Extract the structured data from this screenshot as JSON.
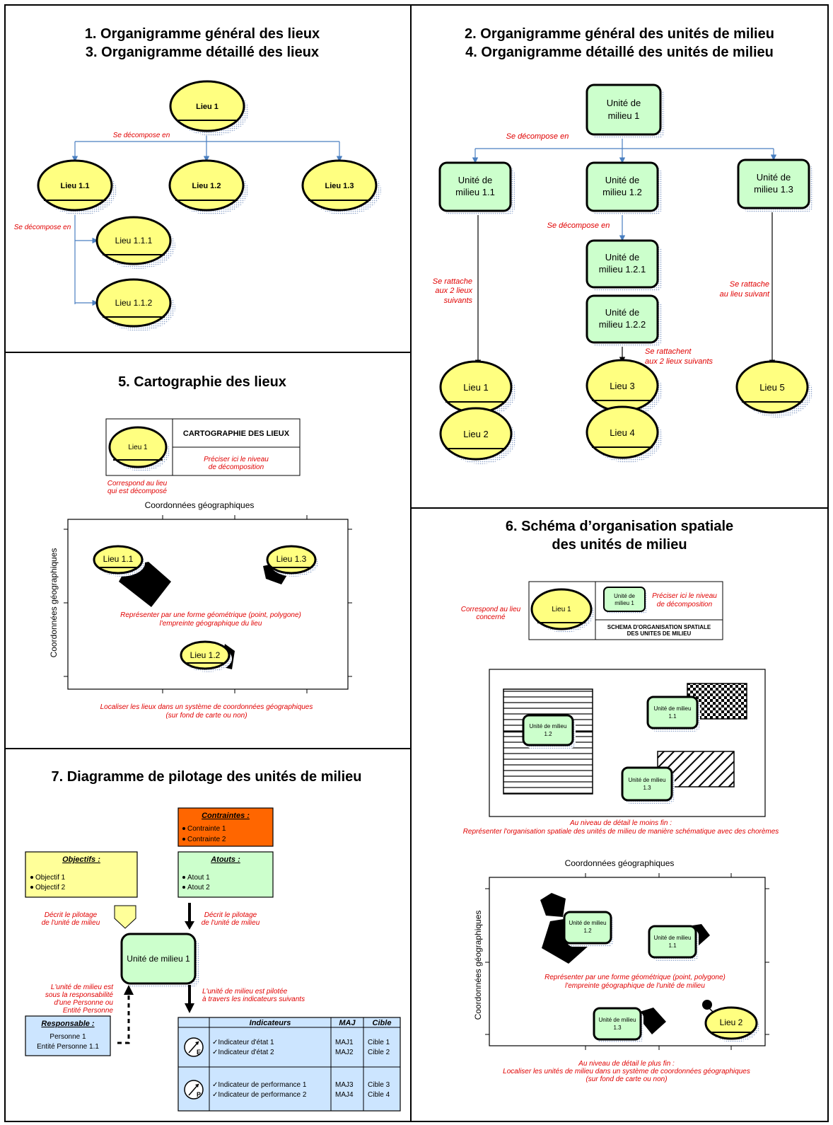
{
  "colors": {
    "lieu_fill": "#ffff80",
    "unit_fill": "#ccffcc",
    "contraintes_fill": "#ff6600",
    "objectifs_fill": "#ffff99",
    "responsable_fill": "#cce5ff",
    "annotation": "#e00000",
    "arrow_blue": "#4a7fc1"
  },
  "p1": {
    "title1": "1. Organigramme général des lieux",
    "title2": "3. Organigramme détaillé des lieux",
    "root": "Lieu 1",
    "children": [
      "Lieu 1.1",
      "Lieu 1.2",
      "Lieu 1.3"
    ],
    "grandchildren": [
      "Lieu 1.1.1",
      "Lieu 1.1.2"
    ],
    "decompose1": "Se décompose en",
    "decompose2": "Se décompose en"
  },
  "p2": {
    "title1": "2. Organigramme général des unités de milieu",
    "title2": "4. Organigramme détaillé des unités de milieu",
    "root": [
      "Unité de",
      "milieu 1"
    ],
    "u11": [
      "Unité de",
      "milieu 1.1"
    ],
    "u12": [
      "Unité de",
      "milieu 1.2"
    ],
    "u13": [
      "Unité de",
      "milieu 1.3"
    ],
    "u121": [
      "Unité de",
      "milieu 1.2.1"
    ],
    "u122": [
      "Unité de",
      "milieu 1.2.2"
    ],
    "decompose1": "Se décompose en",
    "decompose2": "Se décompose en",
    "rattache_a": [
      "Se rattache",
      "aux 2 lieux",
      "suivants"
    ],
    "rattache_b": [
      "Se rattache",
      "au lieu suivant"
    ],
    "rattachent": [
      "Se rattachent",
      "aux 2 lieux suivants"
    ],
    "lieux": [
      "Lieu 1",
      "Lieu 2",
      "Lieu 3",
      "Lieu 4",
      "Lieu 5"
    ]
  },
  "p5": {
    "title": "5. Cartographie des lieux",
    "legend_lieu": "Lieu 1",
    "legend_title": "CARTOGRAPHIE DES LIEUX",
    "legend_note": [
      "Préciser ici le niveau",
      "de décomposition"
    ],
    "legend_caption": [
      "Correspond au lieu",
      "qui est décomposé"
    ],
    "xaxis": "Coordonnées géographiques",
    "yaxis": "Coordonnées géographiques",
    "places": [
      "Lieu 1.1",
      "Lieu 1.3",
      "Lieu 1.2"
    ],
    "center_note": [
      "Représenter par une forme géométrique (point, polygone)",
      "l'empreinte géographique du lieu"
    ],
    "bottom_note": [
      "Localiser les lieux dans un système de coordonnées géographiques",
      "(sur fond de carte ou non)"
    ]
  },
  "p6": {
    "title1": "6. Schéma d’organisation spatiale",
    "title2": "des unités de milieu",
    "legend_caption": [
      "Correspond au lieu",
      "concerné"
    ],
    "legend_lieu": "Lieu 1",
    "legend_unit": [
      "Unité de",
      "milieu 1"
    ],
    "legend_note": [
      "Préciser ici le niveau",
      "de décomposition"
    ],
    "legend_title": [
      "SCHEMA D'ORGANISATION SPATIALE",
      "DES UNITES DE MILIEU"
    ],
    "schema_units": [
      [
        "Unité de milieu",
        "1.2"
      ],
      [
        "Unité de milieu",
        "1.1"
      ],
      [
        "Unité de milieu",
        "1.3"
      ]
    ],
    "schema_note": [
      "Au niveau de détail le moins fin :",
      "Représenter l'organisation spatiale des unités de milieu de manière schématique avec des chorèmes"
    ],
    "xaxis": "Coordonnées géographiques",
    "yaxis": "Coordonnées géographiques",
    "map_units": [
      [
        "Unité de milieu",
        "1.2"
      ],
      [
        "Unité de milieu",
        "1.1"
      ],
      [
        "Unité de milieu",
        "1.3"
      ]
    ],
    "map_lieu": "Lieu 2",
    "center_note": [
      "Représenter par une forme géométrique (point, polygone)",
      "l'empreinte géographique de l'unité de milieu"
    ],
    "bottom_note": [
      "Au niveau de détail le plus fin :",
      "Localiser les unités de milieu dans un système de coordonnées géographiques",
      "(sur fond de carte ou non)"
    ]
  },
  "p7": {
    "title": "7. Diagramme de pilotage des unités de milieu",
    "contraintes_title": "Contraintes :",
    "contraintes": [
      "Contrainte 1",
      "Contrainte 2"
    ],
    "objectifs_title": "Objectifs :",
    "objectifs": [
      "Objectif 1",
      "Objectif 2"
    ],
    "atouts_title": "Atouts :",
    "atouts": [
      "Atout 1",
      "Atout 2"
    ],
    "decrit_left": [
      "Décrit le pilotage",
      "de l'unité de milieu"
    ],
    "decrit_right": [
      "Décrit le pilotage",
      "de l'unité de milieu"
    ],
    "unit": "Unité de milieu 1",
    "responsabilite_note": [
      "L'unité de milieu est",
      "sous la responsabilité",
      "d'une Personne ou",
      "Entité Personne"
    ],
    "pilotee_note": [
      "L'unité de milieu est pilotée",
      "à travers les indicateurs suivants"
    ],
    "responsable_title": "Responsable :",
    "responsables": [
      "Personne 1",
      "Entité Personne 1.1"
    ],
    "table_headers": [
      "Indicateurs",
      "MAJ",
      "Cible"
    ],
    "icon_e": "E",
    "icon_p": "P",
    "rows": [
      {
        "ind": "✓Indicateur d'état 1",
        "maj": "MAJ1",
        "cible": "Cible 1"
      },
      {
        "ind": "✓Indicateur d'état 2",
        "maj": "MAJ2",
        "cible": "Cible 2"
      },
      {
        "ind": "✓Indicateur de performance 1",
        "maj": "MAJ3",
        "cible": "Cible 3"
      },
      {
        "ind": "✓Indicateur de performance 2",
        "maj": "MAJ4",
        "cible": "Cible 4"
      }
    ]
  }
}
